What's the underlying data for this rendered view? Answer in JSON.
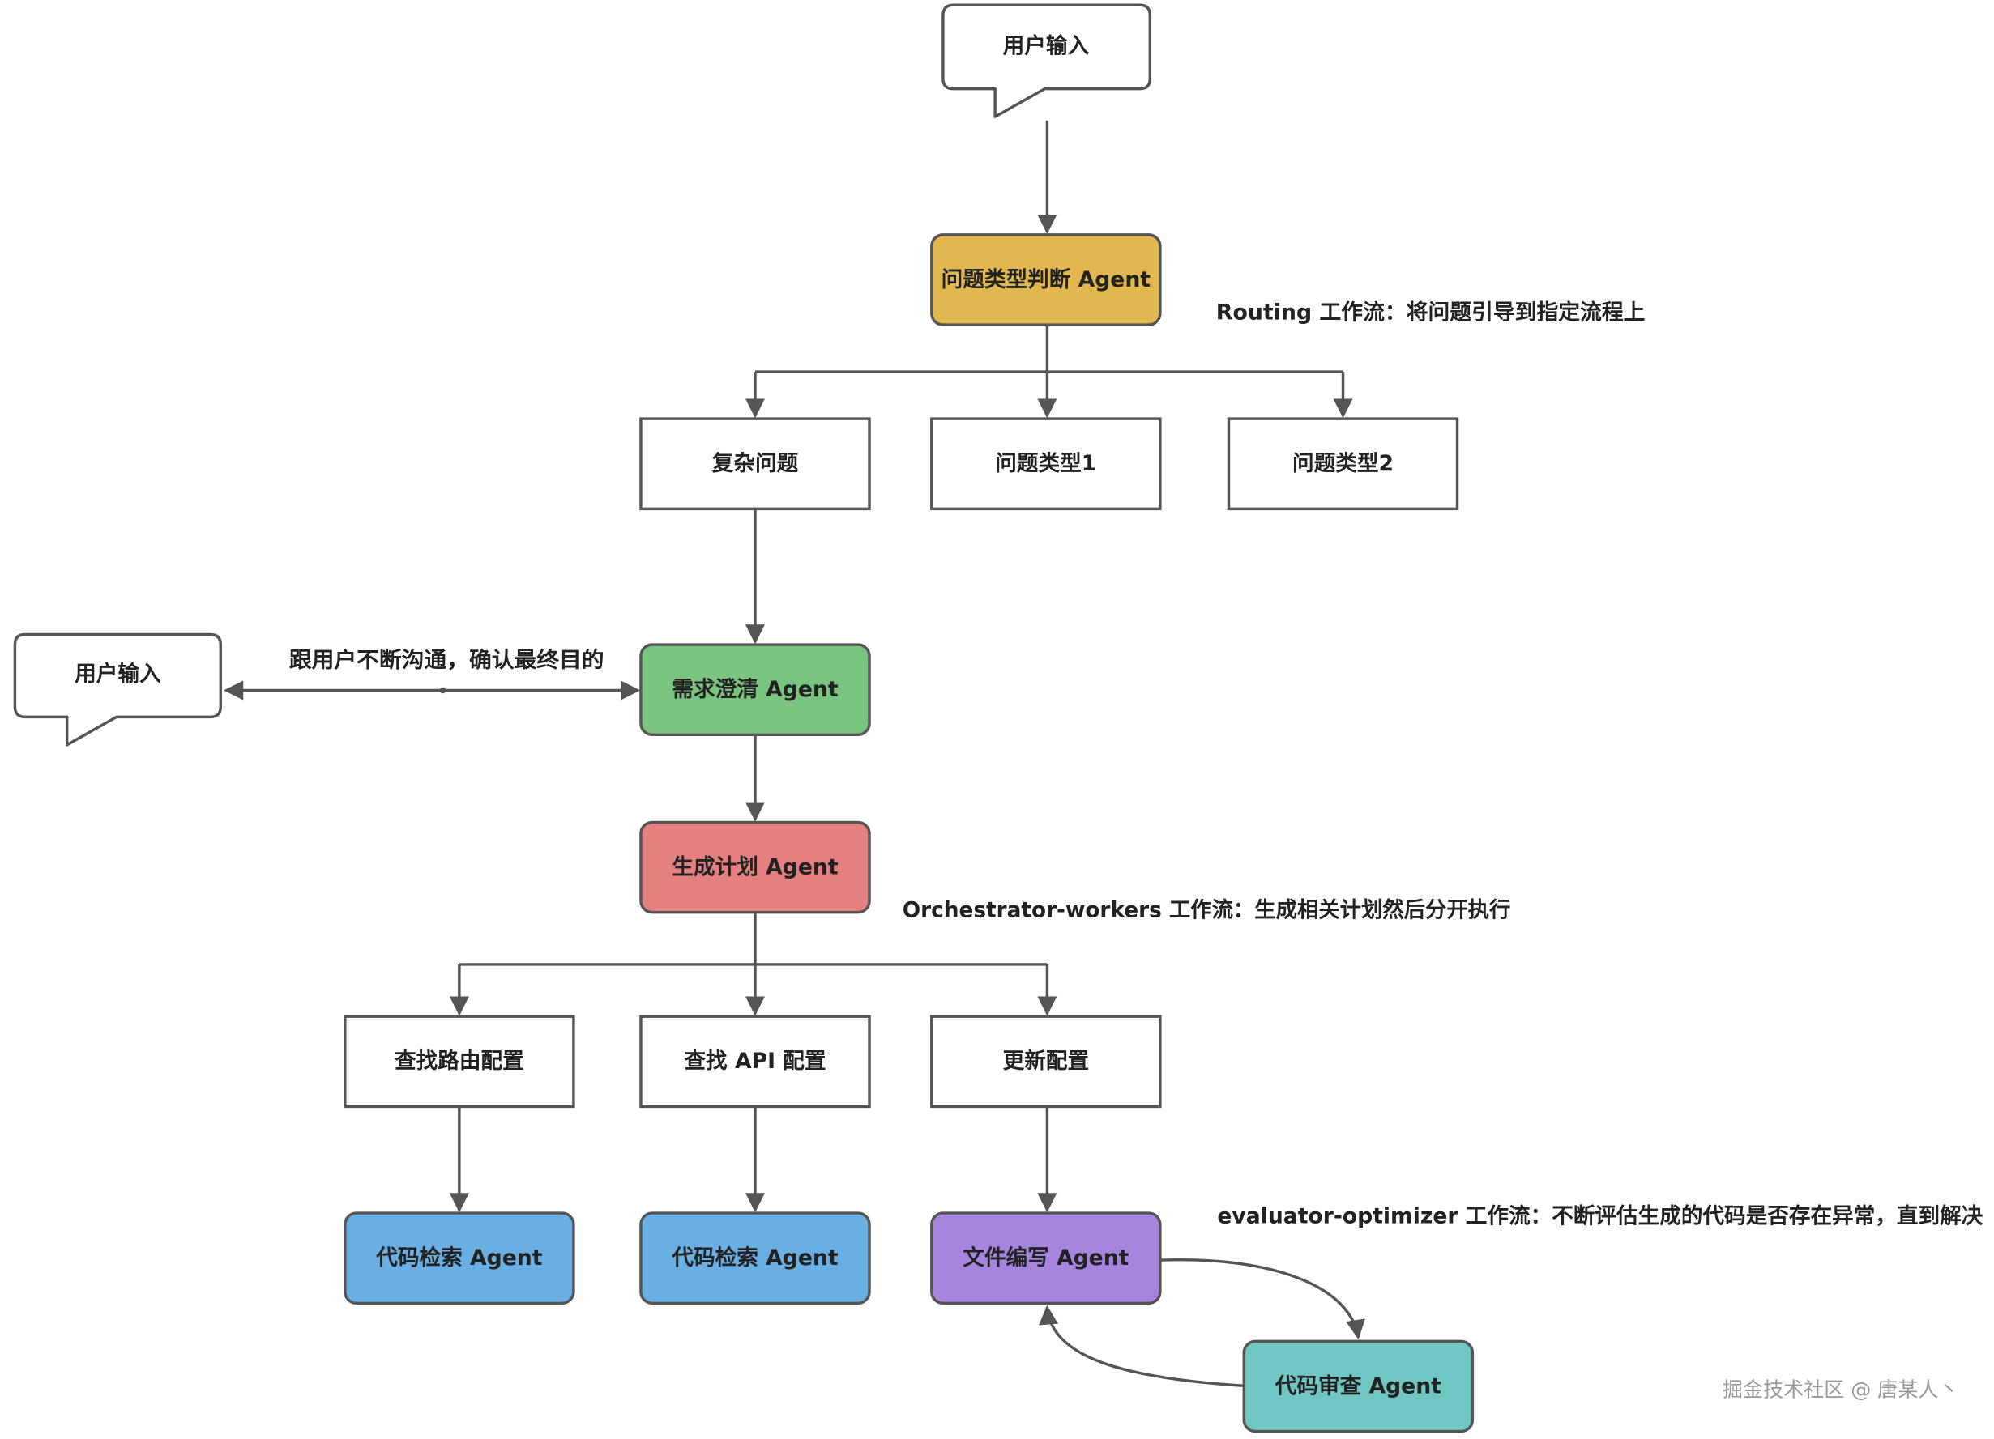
{
  "colors": {
    "router": "#e2b74f",
    "clarify": "#79c57f",
    "plan": "#e58080",
    "search": "#69afe3",
    "write": "#a585de",
    "review": "#6fc6c2",
    "plain": "#ffffff",
    "line": "#555555"
  },
  "bubbles": {
    "top_input": "用户输入",
    "left_input": "用户输入"
  },
  "nodes": {
    "router": "问题类型判断 Agent",
    "complex": "复杂问题",
    "type1": "问题类型1",
    "type2": "问题类型2",
    "clarify": "需求澄清 Agent",
    "plan": "生成计划 Agent",
    "find_route": "查找路由配置",
    "find_api": "查找 API 配置",
    "update_config": "更新配置",
    "code_search_1": "代码检索 Agent",
    "code_search_2": "代码检索 Agent",
    "file_write": "文件编写 Agent",
    "code_review": "代码审查 Agent"
  },
  "notes": {
    "routing": "Routing 工作流：将问题引导到指定流程上",
    "clarify_loop": "跟用户不断沟通，确认最终目的",
    "orchestrator": "Orchestrator-workers 工作流：生成相关计划然后分开执行",
    "evaluator": "evaluator-optimizer 工作流：不断评估生成的代码是否存在异常，直到解决"
  },
  "watermark": "掘金技术社区 @ 唐某人丶"
}
